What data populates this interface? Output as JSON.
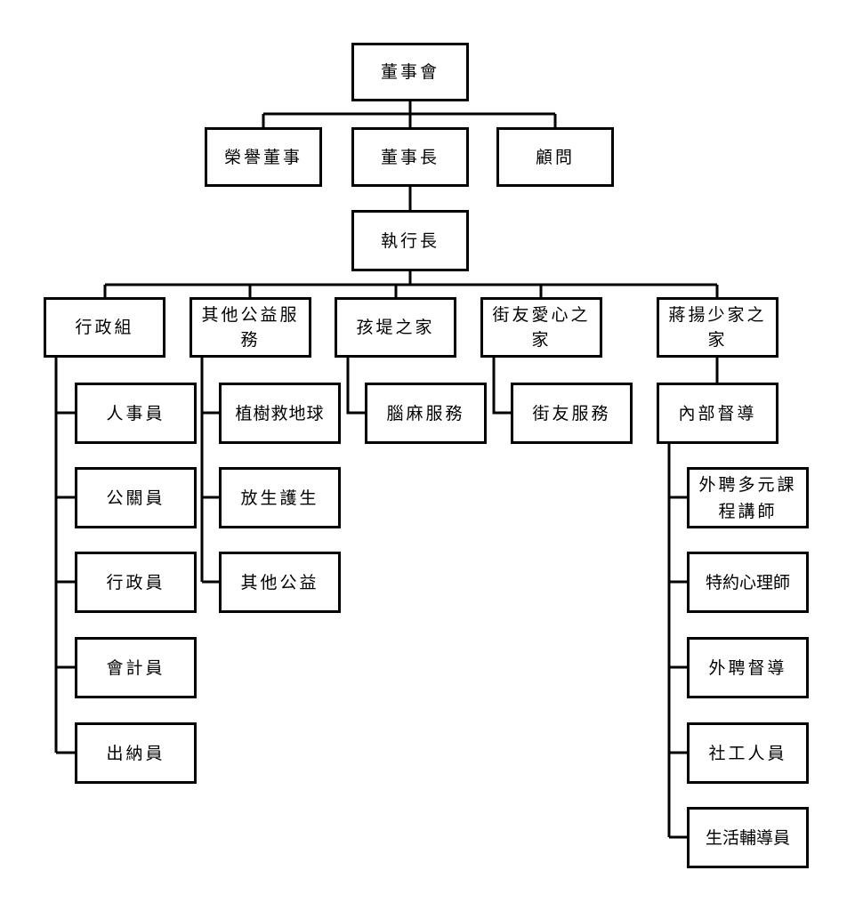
{
  "nodes": {
    "board": "董事會",
    "honorary_director": "榮譽董事",
    "chairman": "董事長",
    "advisor": "顧問",
    "ceo": "執行長",
    "admin_group": "行政組",
    "other_public_service": "其他公益服務",
    "children_home": "孩堤之家",
    "homeless_home": "街友愛心之家",
    "youth_home": "蔣揚少家之家",
    "hr_staff": "人事員",
    "pr_staff": "公關員",
    "admin_staff": "行政員",
    "accountant": "會計員",
    "cashier": "出納員",
    "tree_planting": "植樹救地球",
    "animal_release": "放生護生",
    "other_charity": "其他公益",
    "cerebral_palsy_service": "腦麻服務",
    "homeless_service": "街友服務",
    "internal_supervision": "內部督導",
    "external_lecturer": "外聘多元課程講師",
    "psychologist": "特約心理師",
    "external_supervisor": "外聘督導",
    "social_worker": "社工人員",
    "life_counselor": "生活輔導員"
  }
}
